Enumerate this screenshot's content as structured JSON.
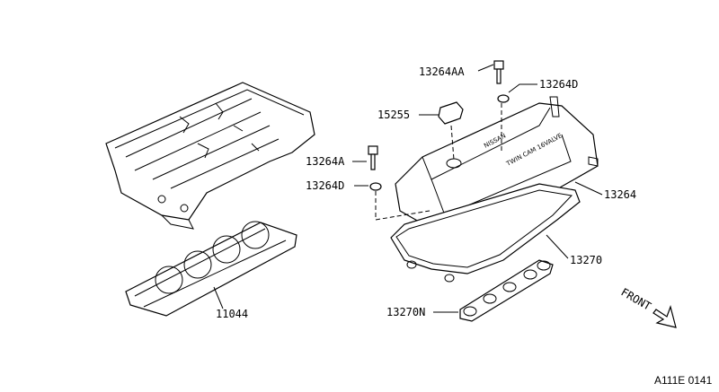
{
  "callouts": {
    "bolt_aa": "13264AA",
    "washer_top": "13264D",
    "oil_cap": "15255",
    "bolt_a": "13264A",
    "washer_left": "13264D",
    "rocker_cover": "13264",
    "cover_gasket": "13270",
    "head_gasket": "11044",
    "plug_seal": "13270N"
  },
  "direction_label": "FRONT",
  "diagram_code": "A111E 0141",
  "cover_embossing": [
    "NISSAN",
    "TWIN CAM 16VALVE"
  ]
}
